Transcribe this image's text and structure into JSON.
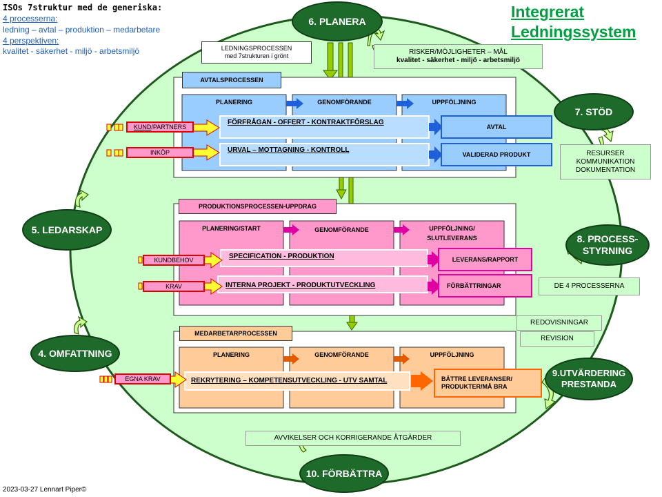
{
  "colors": {
    "ellipse_fill": "#ccffcc",
    "node_green": "#1e6a2b",
    "blue": "#99ccff",
    "pink": "#ff99cc",
    "peach": "#ffcc99",
    "input_yellow": "#ffff33",
    "input_red": "#dd0000",
    "title_green": "#00a040",
    "text_blue": "#1f5fbf"
  },
  "top_left": {
    "heading": "ISOs 7struktur  med de generiska:",
    "processes_title": "4 processerna:",
    "processes": "ledning  – avtal – produktion  – medarbetare",
    "perspectives_title": "4 perspektiven:",
    "perspectives": "kvalitet - säkerhet - miljö  - arbetsmiljö"
  },
  "title": {
    "line1": "Integrerat",
    "line2": "Ledningssystem"
  },
  "nodes": {
    "n6": "6. PLANERA",
    "n7": "7. STÖD",
    "n8": "8. PROCESS-\nSTYRNING",
    "n9": "9.UTVÄRDERING\nPRESTANDA",
    "n10": "10. FÖRBÄTTRA",
    "n5": "5. LEDARSKAP",
    "n4": "4. OMFATTNING"
  },
  "side_boxes": {
    "ledning": "LEDNINGSPROCESSEN\nmed 7strukturen i grönt",
    "risker_line1": "RISKER/MÖJLIGHETER   – MÅL",
    "risker_line2": "kvalitet - säkerhet - miljö - arbetsmiljö",
    "resurser": "RESURSER\nKOMMUNIKATION\nDOKUMENTATION",
    "de4": "DE 4 PROCESSERNA",
    "redovisningar": "REDOVISNINGAR",
    "revision": "REVISION",
    "avvikelser": "AVVIKELSER OCH KORRIGERANDE  ÅTGÄRDER"
  },
  "avtal": {
    "label": "AVTALSPROCESSEN",
    "cols": [
      "PLANERING",
      "GENOMFÖRANDE",
      "UPPFÖLJNING"
    ],
    "row1": "FÖRFRÅGAN  - OFFERT  - KONTRAKTFÖRSLAG",
    "row2": "URVAL  – MOTTAGNING  - KONTROLL",
    "out1": "AVTAL",
    "out2": "VALIDERAD PRODUKT",
    "in1_a": "KUND",
    "in1_b": "/PARTNERS",
    "in2": "INKÖP"
  },
  "produktion": {
    "label": "PRODUKTIONSPROCESSEN-UPPDRAG",
    "cols": [
      "PLANERING/START",
      "GENOMFÖRANDE",
      "UPPFÖLJNING/\nSLUTLEVERANS"
    ],
    "row1": "SPECIFICATION  - PRODUKTION",
    "row2": "INTERNA  PROJEKT  - PRODUKTUTVECKLING",
    "out1": "LEVERANS/RAPPORT",
    "out2": "FÖRBÄTTRINGAR",
    "in1": "KUNDBEHOV",
    "in2": "KRAV"
  },
  "medarbetar": {
    "label": "MEDARBETARPROCESSEN",
    "cols": [
      "PLANERING",
      "GENOMFÖRANDE",
      "UPPFÖLJNING"
    ],
    "row1": "REKRYTERING  – KOMPETENSUTVECKLING  - UTV SAMTAL",
    "out1": "BÄTTRE LEVERANSER/\nPRODUKTER/MÅ  BRA",
    "in1": "EGNA KRAV"
  },
  "footer": "2023-03-27 Lennart Piper©"
}
